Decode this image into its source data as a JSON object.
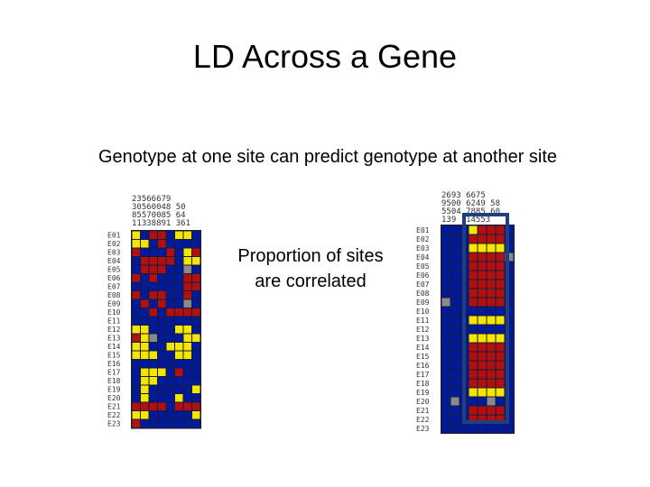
{
  "slide": {
    "title": "LD Across a Gene",
    "subtitle": "Genotype at one site can predict genotype at another site",
    "caption_line1": "Proportion of sites",
    "caption_line2": "are correlated"
  },
  "colors": {
    "R": "#b01010",
    "B": "#001a9c",
    "Y": "#f5e600",
    "G": "#8a8a8a",
    "grid": "#1a1a3a",
    "highlight": "#1f3f80"
  },
  "left_matrix": {
    "header_rows": [
      "23566679",
      "30560048 50",
      "85570085 64",
      "11338891 361"
    ],
    "row_labels": [
      "E01",
      "E02",
      "E03",
      "E04",
      "E05",
      "E06",
      "E07",
      "E08",
      "E09",
      "E10",
      "E11",
      "E12",
      "E13",
      "E14",
      "E15",
      "E16",
      "E17",
      "E18",
      "E19",
      "E20",
      "E21",
      "E22",
      "E23"
    ],
    "rows": [
      "YBRRBYYB",
      "YYBRBBBB",
      "RBBBRBYR",
      "BRRRRBYY",
      "BRRRBBGB",
      "RBRBBBRR",
      "BBBBBBRR",
      "RBRRBBRB",
      "BRBRBBGB",
      "BBRBRRRR",
      "BBBBBBBB",
      "YYBBBYYB",
      "RYGBBBYY",
      "YYBBYYYB",
      "YYYBBYYB",
      "BBBBBBBB",
      "BYYYBRBB",
      "BYYBBBBB",
      "BYBBBBBY",
      "BYBBBYBB",
      "RRRRBRRR",
      "YYBBBBBY",
      "RBBBBBBB"
    ]
  },
  "right_matrix": {
    "header_rows": [
      "2693 6675",
      "9500 6249 58",
      "5504 7885 60",
      "139 714553"
    ],
    "row_labels": [
      "E01",
      "E02",
      "E03",
      "E04",
      "E05",
      "E06",
      "E07",
      "E08",
      "E09",
      "E10",
      "E11",
      "E12",
      "E13",
      "E14",
      "E15",
      "E16",
      "E17",
      "E18",
      "E19",
      "E20",
      "E21",
      "E22",
      "E23"
    ],
    "rows": [
      "BBBYRRRB",
      "BBBRRRRB",
      "BBBYYYYB",
      "BBBRRRRG",
      "BBBRRRRB",
      "BBBRRRRB",
      "BBBRRRRB",
      "BBBRRRRB",
      "GBBRRRRB",
      "BBBBBBBB",
      "BBBYYYYB",
      "BBBBBBBB",
      "BBBYYYYB",
      "BBBRRRRB",
      "BBBRRRRB",
      "BBBRRRRB",
      "BBBRRRRB",
      "BBBRRRRB",
      "BBBYYYYB",
      "BGBBBGBB",
      "BBBRRRRB",
      "BBBRRRRB",
      "BBBBBBBB"
    ]
  }
}
